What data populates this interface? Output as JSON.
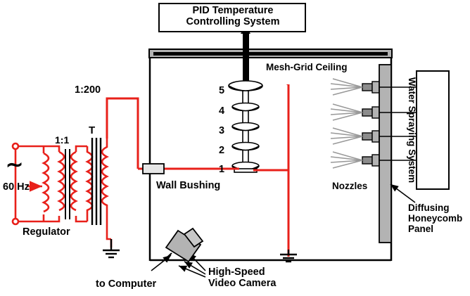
{
  "diagram": {
    "title": "High-voltage insulator water spray test setup schematic",
    "colors": {
      "wire_red": "#e8201a",
      "black": "#000000",
      "gray_fill": "#b3b3b3",
      "dark_gray": "#808080",
      "white": "#ffffff"
    },
    "labels": {
      "pid_system": "PID Temperature\nControlling System",
      "mesh_grid_ceiling": "Mesh-Grid Ceiling",
      "water_spraying_system": "Water Spraying System",
      "nozzles": "Nozzles",
      "diffusing_panel": "Diffusing\nHoneycomb\nPanel",
      "wall_bushing": "Wall Bushing",
      "regulator": "Regulator",
      "frequency": "60 Hz",
      "transformer_1_1": "1:1",
      "transformer_1_200": "1:200",
      "transformer_T": "T",
      "to_computer": "to Computer",
      "video_camera": "High-Speed\nVideo Camera",
      "ac_symbol": "∼"
    },
    "insulator_sheds": [
      "5",
      "4",
      "3",
      "2",
      "1"
    ]
  }
}
